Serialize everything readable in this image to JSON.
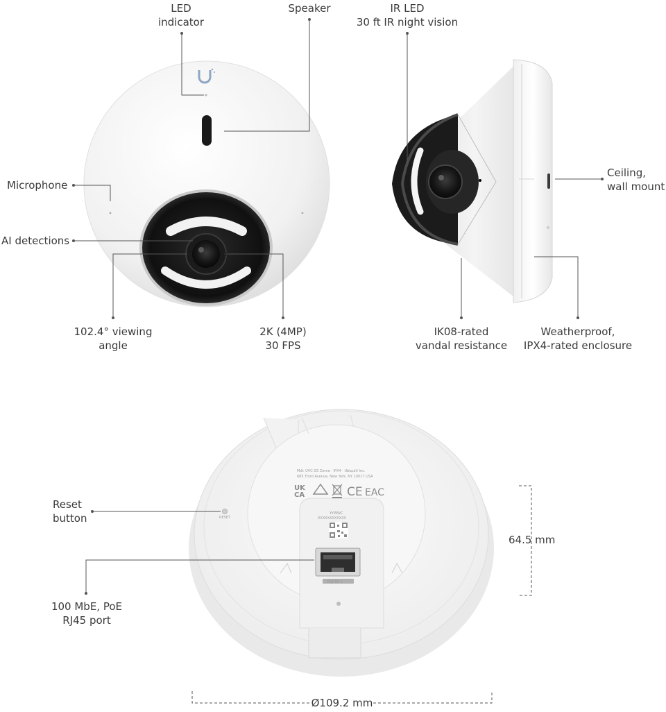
{
  "callouts": {
    "led_indicator": [
      "LED",
      "indicator"
    ],
    "speaker": "Speaker",
    "ir_led": [
      "IR LED",
      "30 ft IR night vision"
    ],
    "microphone": "Microphone",
    "ai_detections": "AI detections",
    "viewing_angle": [
      "102.4° viewing",
      "angle"
    ],
    "resolution": [
      "2K (4MP)",
      "30 FPS"
    ],
    "ceiling_mount": [
      "Ceiling,",
      "wall mount"
    ],
    "vandal": [
      "IK08-rated",
      "vandal resistance"
    ],
    "weatherproof": [
      "Weatherproof,",
      "IPX4-rated enclosure"
    ],
    "reset": [
      "Reset",
      "button"
    ],
    "rj45": [
      "100 MbE, PoE",
      "RJ45 port"
    ]
  },
  "dimensions": {
    "height": "64.5 mm",
    "diameter": "Ø109.2 mm"
  },
  "device_markings": {
    "reset": "RESET",
    "model_line1": "Mdl: UVC G5 Dome · IPX4 · Ubiquiti Inc.",
    "model_line2": "685 Third Avenue, New York, NY 10017 USA",
    "cert_uk": "UK",
    "cert_ca": "CA",
    "cert_ce": "CE",
    "cert_eac": "EAC",
    "date_code": "YYWWC",
    "serial": "XXXXXXXXXXXX",
    "port_label": "PoE IN ⏚"
  }
}
